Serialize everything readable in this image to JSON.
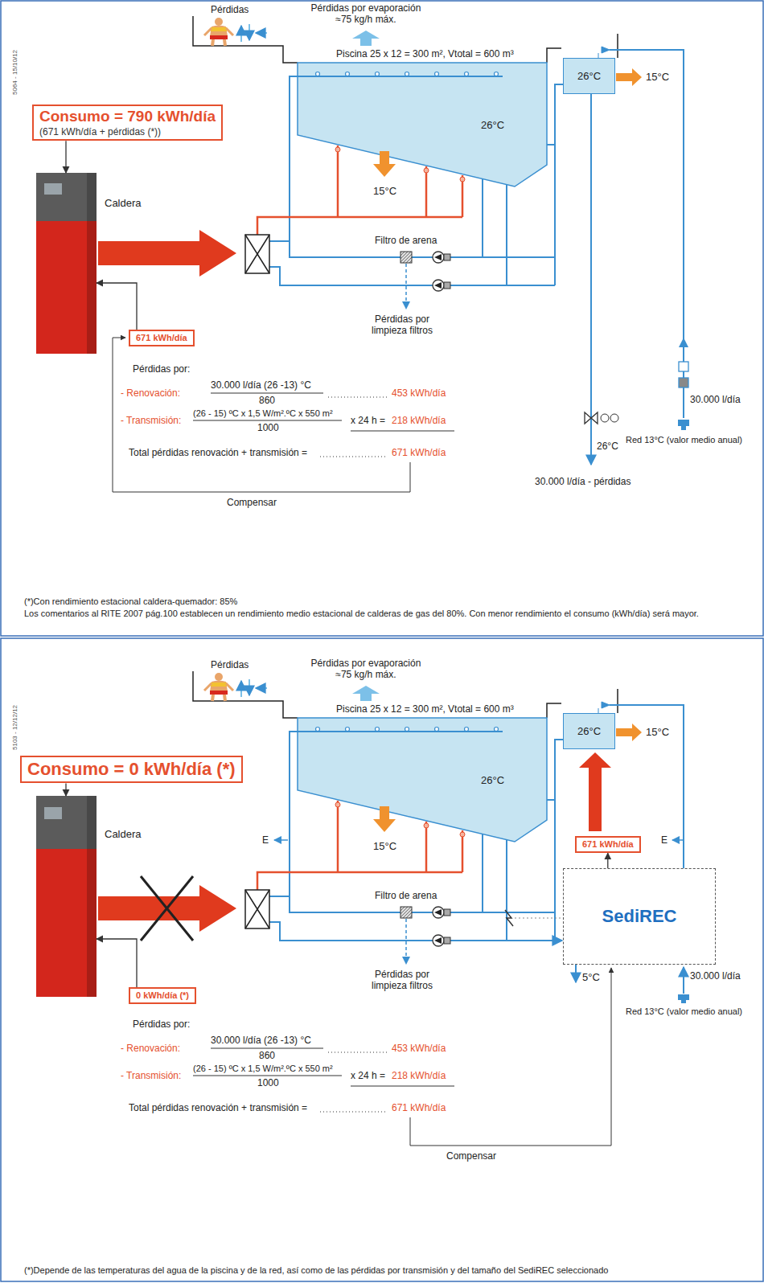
{
  "diagram": {
    "nodes": [
      {
        "text": [
          "Consumo = 790 kWh/día",
          "(671 kWh/día + pérdidas (*))"
        ]
      },
      {
        "text": [
          "Caldera"
        ]
      },
      {
        "text": [
          "671 kWh/día"
        ]
      },
      {
        "text": [
          "Piscina 25 x 12 = 300 m², Vtotal = 600 m³",
          "26°C"
        ]
      },
      {
        "text": [
          "26°C"
        ]
      },
      {
        "text": [
          "Consumo = 0 kWh/día (*)"
        ]
      },
      {
        "text": [
          "Caldera"
        ]
      },
      {
        "text": [
          "0 kWh/día (*)"
        ]
      },
      {
        "text": [
          "Piscina 25 x 12 = 300 m², Vtotal = 600 m³",
          "26°C"
        ]
      },
      {
        "text": [
          "26°C"
        ]
      },
      {
        "text": [
          "671 kWh/día"
        ]
      },
      {
        "text": [
          "SediREC"
        ]
      }
    ],
    "edges": [
      {
        "from": 0,
        "to": 1,
        "arrow": "to"
      },
      {
        "from": 2,
        "to": 1,
        "arrow": "to"
      },
      {
        "from": 5,
        "to": 6,
        "arrow": "to"
      },
      {
        "from": 7,
        "to": 6,
        "arrow": "to"
      },
      {
        "from": 11,
        "to": 10,
        "arrow": "to"
      }
    ],
    "labels": [
      "5064 - 15/10/12",
      "Pérdidas",
      "Pérdidas por evaporación ≈75 kg/h máx.",
      "15°C",
      "15°C",
      "Filtro de arena",
      "Pérdidas por limpieza filtros",
      "30.000 l/día",
      "Red 13°C (valor medio anual)",
      "26°C",
      "30.000 l/día - pérdidas",
      "Pérdidas por:",
      "- Renovación:",
      "30.000 l/día (26 -13) °C",
      "860",
      "453 kWh/día",
      "- Transmisión:",
      "(26 - 15) ºC x 1,5 W/m².ºC x 550 m²",
      "1000",
      "x 24 h =",
      "218 kWh/día",
      "Total pérdidas renovación + transmisión =",
      "671 kWh/día",
      "Compensar",
      "(*)Con rendimiento estacional caldera-quemador: 85%",
      "Los comentarios al RITE 2007 pág.100 establecen un rendimiento medio estacional de calderas de gas del 80%. Con menor rendimiento el consumo (kWh/día) será mayor.",
      "5103 - 12/12/12",
      "Pérdidas",
      "Pérdidas por evaporación ≈75 kg/h máx.",
      "15°C",
      "15°C",
      "Filtro de arena",
      "Pérdidas por limpieza filtros",
      "E",
      "E",
      "5°C",
      "30.000 l/día",
      "Red 13°C (valor medio anual)",
      "Pérdidas por:",
      "- Renovación:",
      "30.000 l/día (26 -13) °C",
      "860",
      "453 kWh/día",
      "- Transmisión:",
      "(26 - 15) ºC x 1,5 W/m².ºC x 550 m²",
      "1000",
      "x 24 h =",
      "218 kWh/día",
      "Total pérdidas renovación + transmisión =",
      "671 kWh/día",
      "Compensar",
      "(*)Depende de las temperaturas del agua de la piscina y de la red, así como de las pérdidas por transmisión y del tamaño del SediREC seleccionado"
    ]
  }
}
